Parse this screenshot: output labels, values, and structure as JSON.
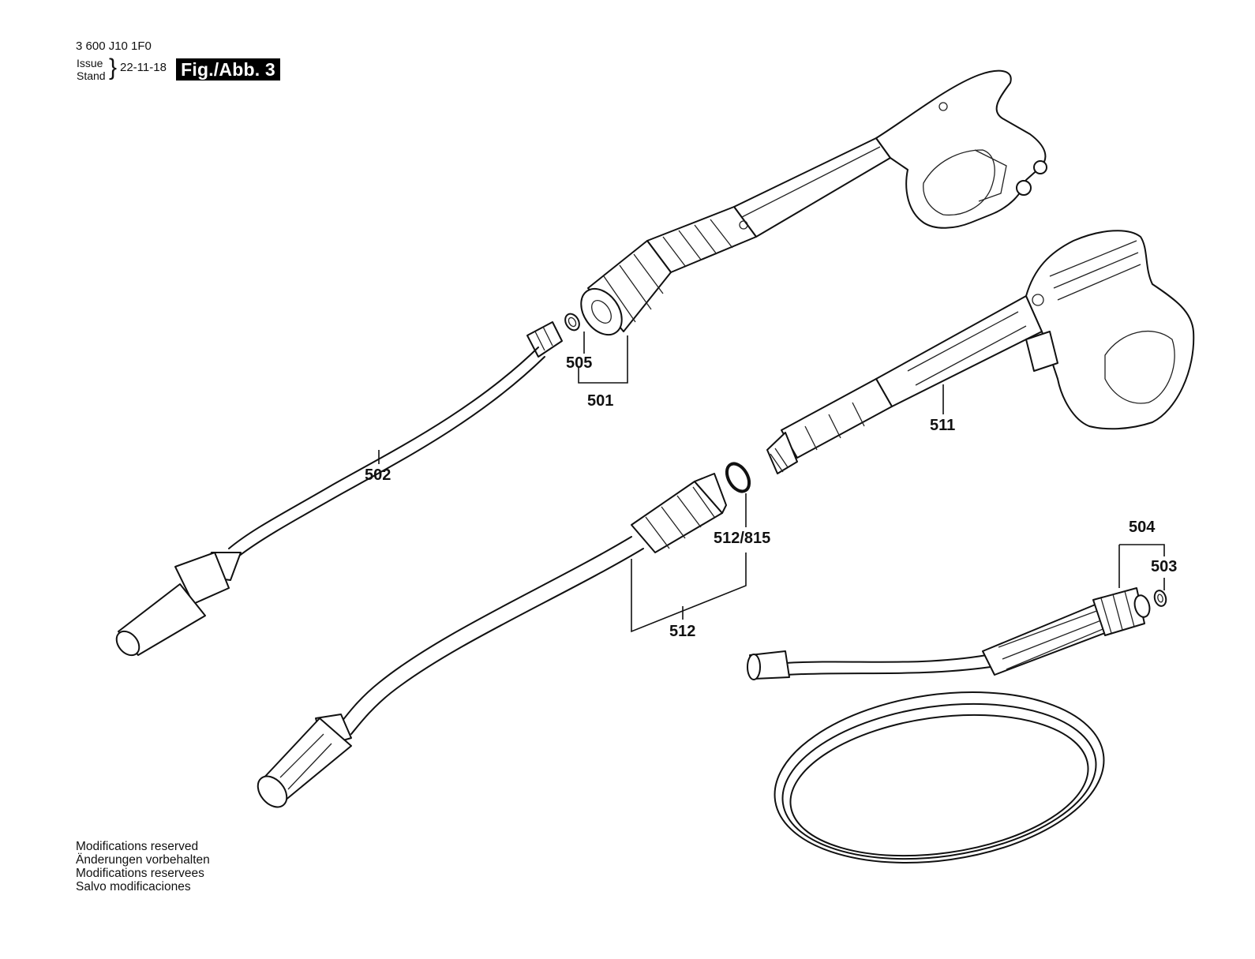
{
  "header": {
    "document_code": "3 600 J10 1F0",
    "issue_label": "Issue",
    "stand_label": "Stand",
    "issue_date": "22-11-18",
    "figure_label": "Fig./Abb. 3"
  },
  "parts": [
    {
      "number": "501"
    },
    {
      "number": "502"
    },
    {
      "number": "503"
    },
    {
      "number": "504"
    },
    {
      "number": "505"
    },
    {
      "number": "511"
    },
    {
      "number": "512"
    },
    {
      "number": "512/815"
    }
  ],
  "footer": {
    "lines": [
      "Modifications reserved",
      "Änderungen vorbehalten",
      "Modifications reservees",
      "Salvo modificaciones"
    ]
  }
}
